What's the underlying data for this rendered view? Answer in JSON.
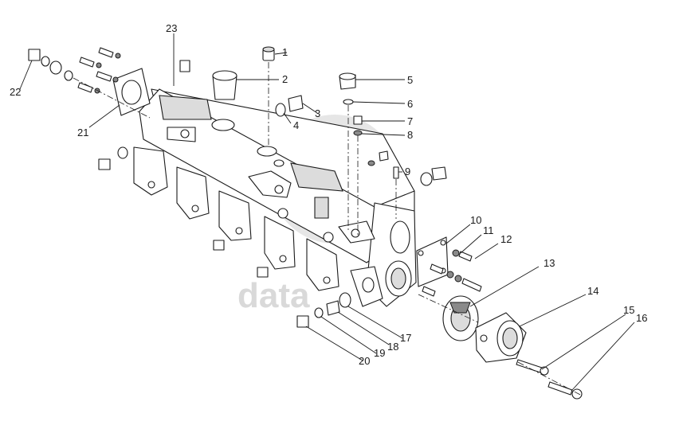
{
  "watermark": "data",
  "callouts": [
    {
      "id": "c1",
      "text": "1"
    },
    {
      "id": "c2",
      "text": "2"
    },
    {
      "id": "c3",
      "text": "3"
    },
    {
      "id": "c4",
      "text": "4"
    },
    {
      "id": "c5",
      "text": "5"
    },
    {
      "id": "c6",
      "text": "6"
    },
    {
      "id": "c7",
      "text": "7"
    },
    {
      "id": "c8",
      "text": "8"
    },
    {
      "id": "c9",
      "text": "9"
    },
    {
      "id": "c10",
      "text": "10"
    },
    {
      "id": "c11",
      "text": "11"
    },
    {
      "id": "c12",
      "text": "12"
    },
    {
      "id": "c13",
      "text": "13"
    },
    {
      "id": "c14",
      "text": "14"
    },
    {
      "id": "c15",
      "text": "15"
    },
    {
      "id": "c16",
      "text": "16"
    },
    {
      "id": "c17",
      "text": "17"
    },
    {
      "id": "c18",
      "text": "18"
    },
    {
      "id": "c19",
      "text": "19"
    },
    {
      "id": "c20",
      "text": "20"
    },
    {
      "id": "c21",
      "text": "21"
    },
    {
      "id": "c22",
      "text": "22"
    },
    {
      "id": "c23",
      "text": "23"
    }
  ]
}
